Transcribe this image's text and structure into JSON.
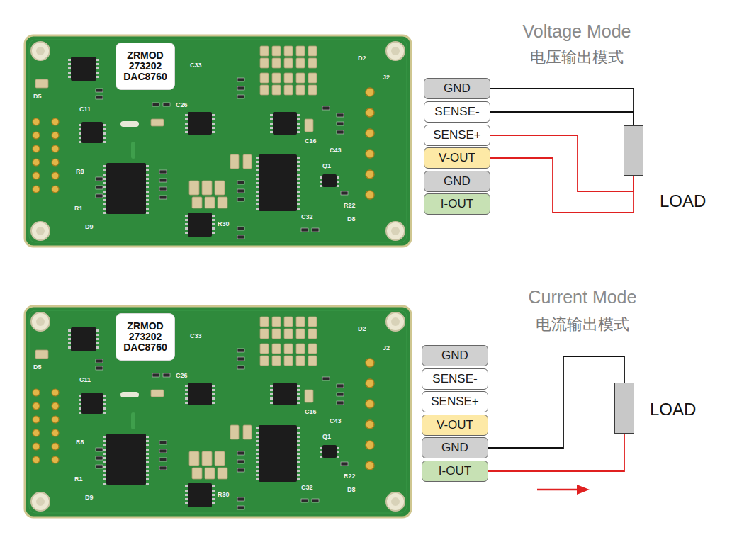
{
  "diagram": {
    "nodes": [
      {
        "text": [
          "ZRMOD 273202 DAC8760"
        ]
      },
      {
        "text": [
          "GND"
        ]
      },
      {
        "text": [
          "SENSE-"
        ]
      },
      {
        "text": [
          "SENSE+"
        ]
      },
      {
        "text": [
          "V-OUT"
        ]
      },
      {
        "text": [
          "GND"
        ]
      },
      {
        "text": [
          "I-OUT"
        ]
      },
      {
        "text": [
          "LOAD"
        ]
      },
      {
        "text": [
          "ZRMOD 273202 DAC8760"
        ]
      },
      {
        "text": [
          "GND"
        ]
      },
      {
        "text": [
          "SENSE-"
        ]
      },
      {
        "text": [
          "SENSE+"
        ]
      },
      {
        "text": [
          "V-OUT"
        ]
      },
      {
        "text": [
          "GND"
        ]
      },
      {
        "text": [
          "I-OUT"
        ]
      },
      {
        "text": [
          "LOAD"
        ]
      }
    ],
    "edges": [
      {
        "from": 1,
        "to": 7,
        "arrow": "none"
      },
      {
        "from": 2,
        "to": 7,
        "arrow": "none"
      },
      {
        "from": 3,
        "to": 7,
        "arrow": "none"
      },
      {
        "from": 4,
        "to": 7,
        "arrow": "none"
      },
      {
        "from": 13,
        "to": 15,
        "arrow": "none"
      },
      {
        "from": 14,
        "to": 15,
        "arrow": "none"
      }
    ],
    "labels": [
      "Voltage Mode",
      "电压输出模式",
      "Current Mode",
      "电流输出模式",
      "C33",
      "D2",
      "J2",
      "D5",
      "C11",
      "C26",
      "C16",
      "C43",
      "C32",
      "Q1",
      "R8",
      "R1",
      "D9",
      "R30",
      "R22",
      "D8",
      "C33",
      "D2",
      "J2",
      "D5",
      "C11",
      "C26",
      "C16",
      "C43",
      "C32",
      "Q1",
      "R8",
      "R1",
      "D9",
      "R30",
      "R22",
      "D8"
    ]
  }
}
